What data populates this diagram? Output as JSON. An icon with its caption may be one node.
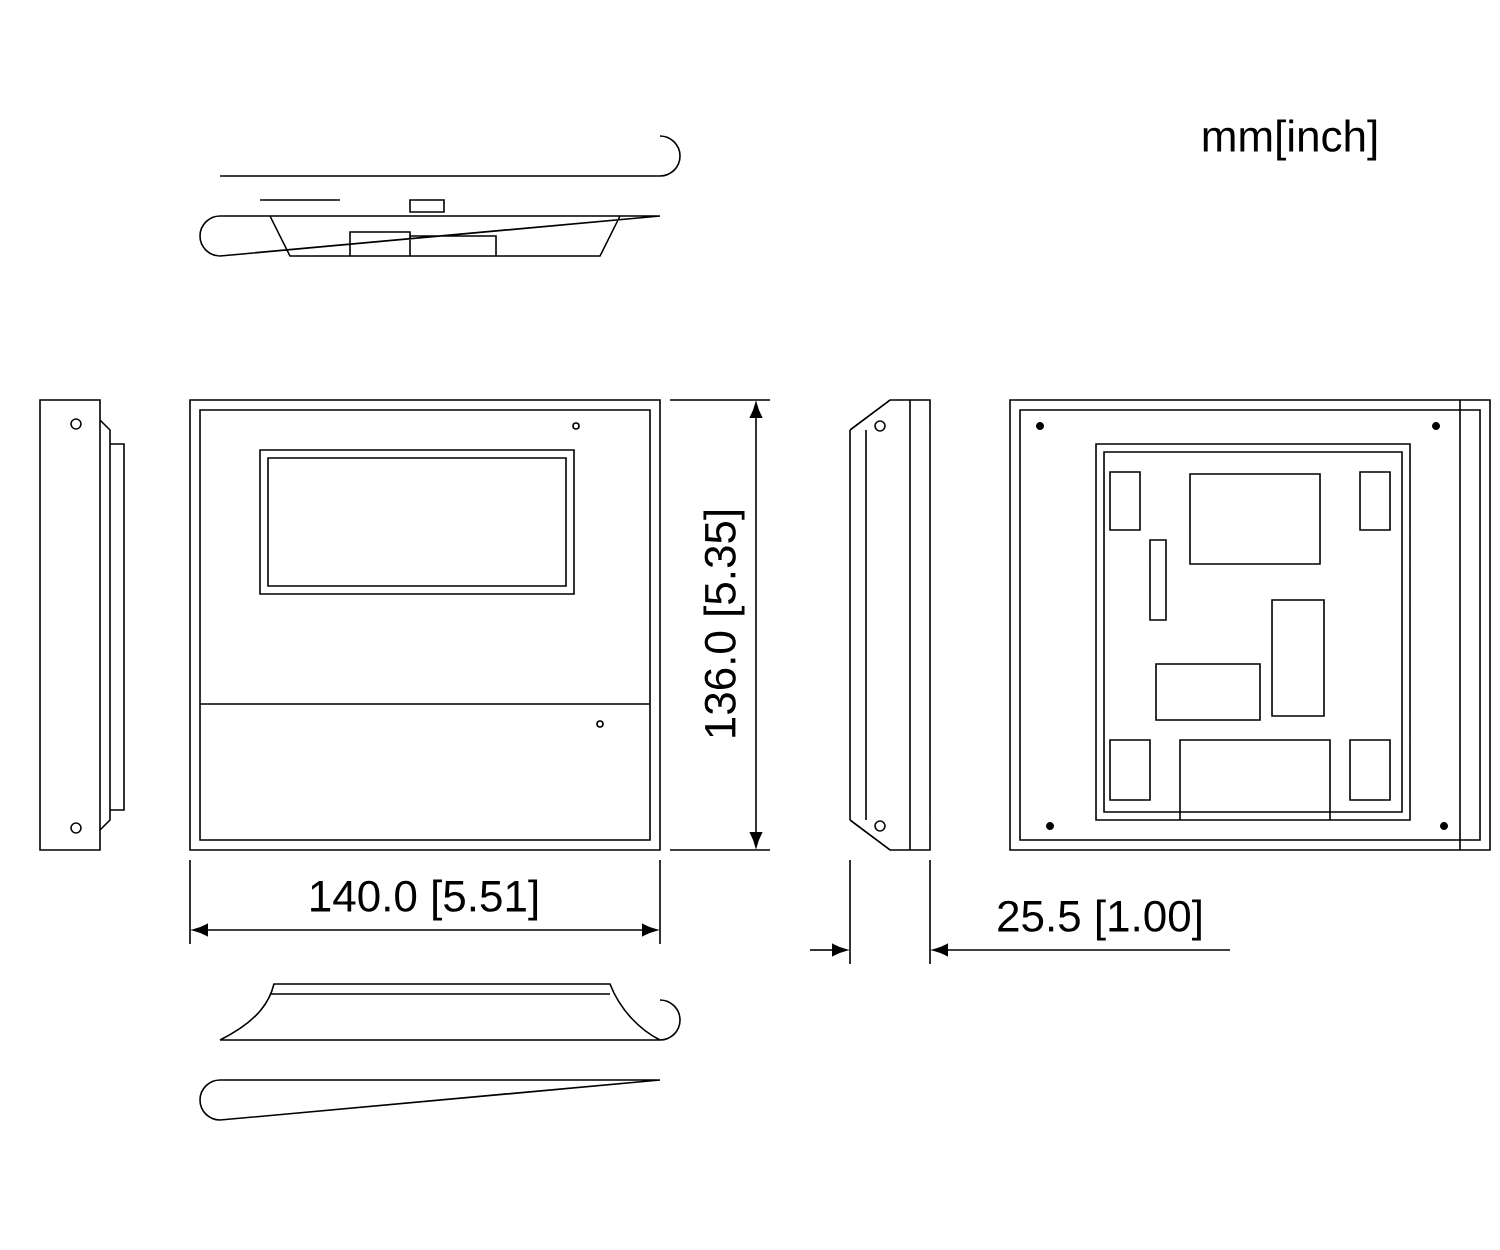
{
  "diagram": {
    "labels": [
      "mm[inch]",
      "140.0 [5.51]",
      "136.0 [5.35]",
      "25.5 [1.00]"
    ]
  }
}
